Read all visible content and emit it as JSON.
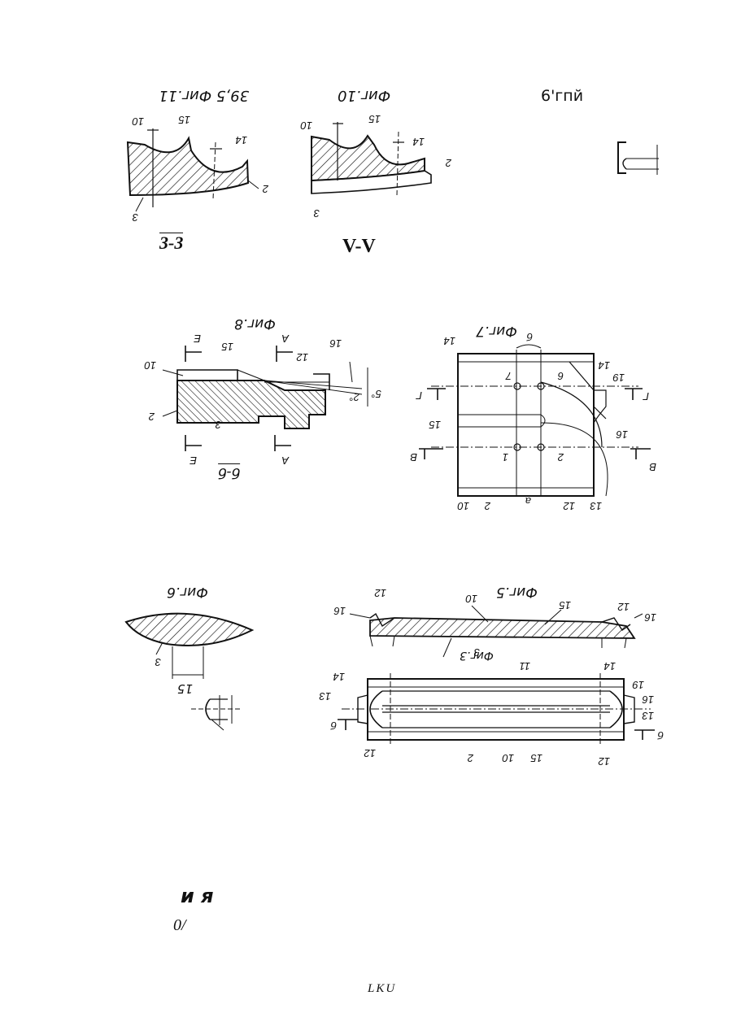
{
  "top_row": {
    "fig11_caption": "39,5 Фиг.11",
    "fig10_caption": "Фиг.10",
    "fig9_caption": "6'гпй",
    "section_3_3": "3-3",
    "section_v_v": "V-V"
  },
  "middle_row": {
    "fig8_caption": "Фиг.8",
    "fig8_section": "б-б",
    "fig7_caption": "Фиг.7"
  },
  "bottom_row": {
    "fig6_caption": "Фиг.6",
    "fig5_caption": "Фиг.5",
    "fig3_caption": "Фиг.3",
    "dim_15": "15"
  },
  "footer": {
    "bold_text": "и я",
    "mark": "0/",
    "code": "LKU"
  },
  "colors": {
    "ink": "#111111",
    "paper": "#ffffff"
  }
}
